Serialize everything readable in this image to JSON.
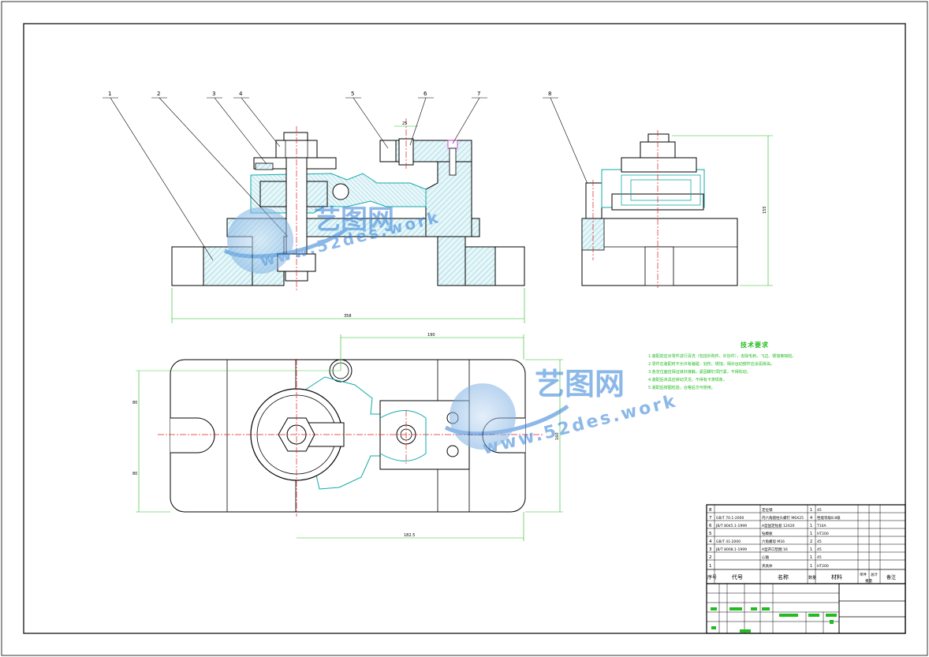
{
  "drawing": {
    "balloons": [
      "1",
      "2",
      "3",
      "4",
      "5",
      "6",
      "7",
      "8"
    ],
    "dimensions": {
      "front_width": "358",
      "plan_top_width": "190",
      "plan_bottom_width": "182.5",
      "plan_left_upper": "80",
      "plan_left_lower": "80",
      "plan_right_height": "160",
      "side_height": "155",
      "boss_width": "25"
    }
  },
  "tech_notes": {
    "title": "技术要求",
    "lines": [
      "1.装配前应对零件进行清洗（包括外购件、外协件），去除毛刺、飞边、锈蚀等缺陷。",
      "2.零件在装配时不允许有磕碰、划伤、锈蚀，相对运动部件应涂润滑油。",
      "3.各定位面应保证良好接触，紧固螺钉须拧紧，不得松动。",
      "4.装配后夹具应转动灵活，不得有卡滞现象。",
      "5.装配后按图检验，合格后方可使用。"
    ]
  },
  "parts_list": [
    {
      "no": "8",
      "code": "",
      "name": "定位销",
      "qty": "1",
      "material": "45"
    },
    {
      "no": "7",
      "code": "GB/T 70.1-2000",
      "name": "内六角圆柱头螺钉 M6X25",
      "qty": "4",
      "material": "性能等级8.8级"
    },
    {
      "no": "6",
      "code": "JB/T 8045.1-1999",
      "name": "A型固定钻套 12X20",
      "qty": "1",
      "material": "T10A"
    },
    {
      "no": "5",
      "code": "",
      "name": "钻模板",
      "qty": "1",
      "material": "HT200"
    },
    {
      "no": "4",
      "code": "GB/T 41-2000",
      "name": "六角螺母 M16",
      "qty": "2",
      "material": "45"
    },
    {
      "no": "3",
      "code": "JB/T 8008.1-1999",
      "name": "A型开口垫圈 16",
      "qty": "1",
      "material": "45"
    },
    {
      "no": "2",
      "code": "",
      "name": "心轴",
      "qty": "1",
      "material": "45"
    },
    {
      "no": "1",
      "code": "",
      "name": "夹具体",
      "qty": "1",
      "material": "HT200"
    }
  ],
  "parts_header": {
    "no": "序号",
    "code": "代号",
    "name": "名称",
    "qty": "数量",
    "material": "材料",
    "weight_single": "单件",
    "weight_total": "总计",
    "weight": "重量",
    "remarks": "备注"
  },
  "watermark": {
    "brand": "艺图网",
    "url": "www.52des.work"
  }
}
